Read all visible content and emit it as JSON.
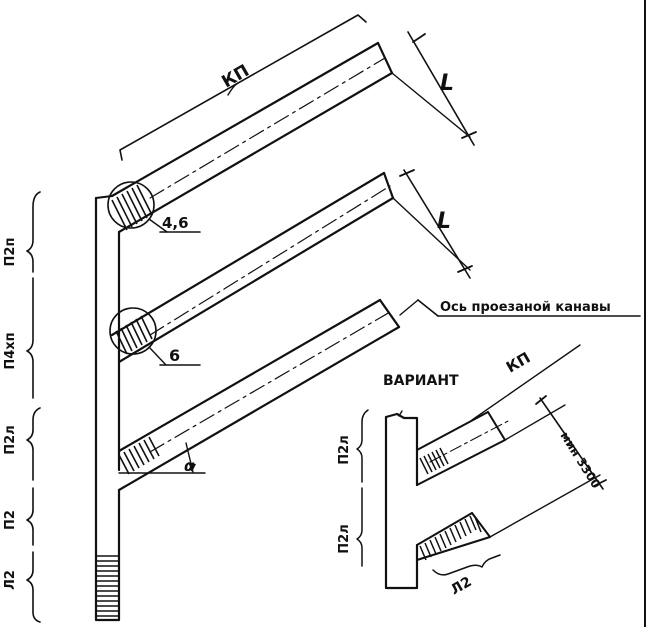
{
  "labels": {
    "kp_main": "КП",
    "l_upper": "L",
    "l_lower": "L",
    "callout_46": "4,6",
    "callout_6": "6",
    "ditch_axis": "Ось проезаной канавы",
    "alpha": "α",
    "left_p2p": "П2п",
    "left_p4xp": "П4хп",
    "left_p2l": "П2л",
    "left_p2": "П2",
    "left_l2": "Л2",
    "variant_title": "ВАРИАНТ",
    "variant_kp": "КП",
    "variant_min": "мин 3300",
    "variant_p2l_top": "П2л",
    "variant_p2l_bottom": "П2л",
    "variant_l2": "Л2"
  }
}
